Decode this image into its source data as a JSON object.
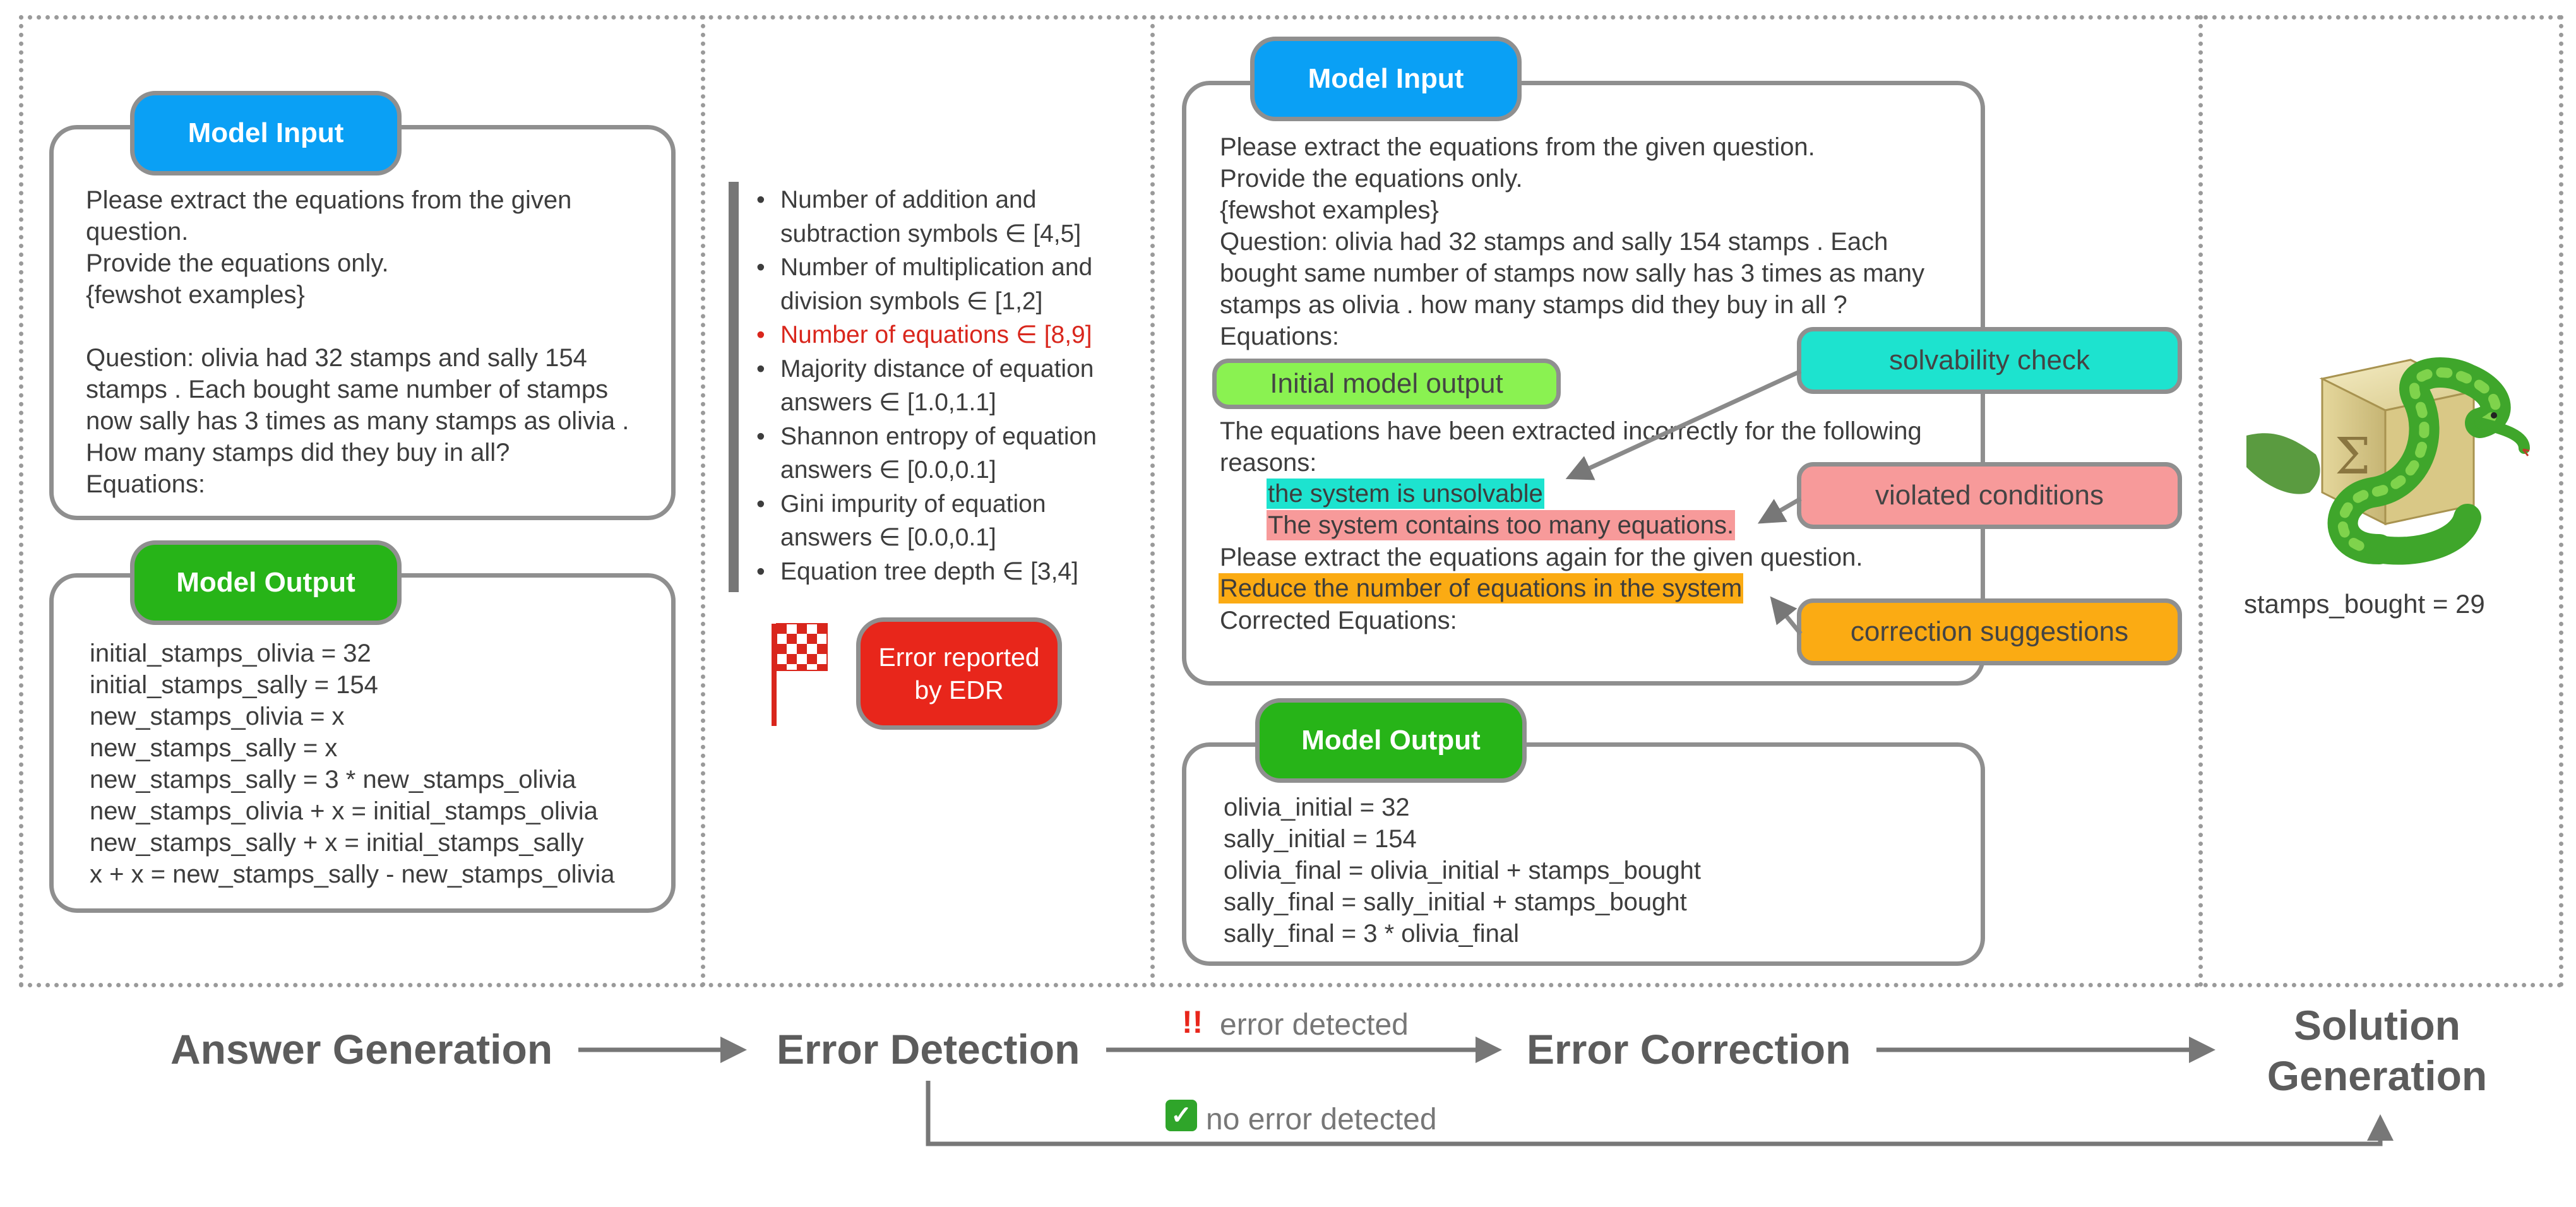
{
  "panel1": {
    "input_tab": "Model Input",
    "input_lines": [
      "Please extract the equations from the given",
      "question.",
      "Provide the equations only.",
      "{fewshot examples}",
      "",
      "Question: olivia had 32 stamps and sally 154",
      "stamps . Each bought same number of stamps",
      "now sally has 3 times as many stamps as olivia .",
      "How many stamps did they buy in all?",
      "Equations:"
    ],
    "output_tab": "Model Output",
    "output_lines": [
      "initial_stamps_olivia = 32",
      "initial_stamps_sally = 154",
      "new_stamps_olivia = x",
      "new_stamps_sally = x",
      "new_stamps_sally = 3 * new_stamps_olivia",
      "new_stamps_olivia + x = initial_stamps_olivia",
      "new_stamps_sally + x = initial_stamps_sally",
      "x + x = new_stamps_sally - new_stamps_olivia"
    ]
  },
  "panel2": {
    "metrics": [
      {
        "lines": [
          "Number of addition and",
          "subtraction symbols ∈ [4,5]"
        ],
        "highlight": false
      },
      {
        "lines": [
          "Number of multiplication and",
          "division symbols ∈ [1,2]"
        ],
        "highlight": false
      },
      {
        "lines": [
          "Number of equations ∈ [8,9]"
        ],
        "highlight": true
      },
      {
        "lines": [
          "Majority distance of equation",
          "answers ∈ [1.0,1.1]"
        ],
        "highlight": false
      },
      {
        "lines": [
          "Shannon entropy of equation",
          "answers ∈ [0.0,0.1]"
        ],
        "highlight": false
      },
      {
        "lines": [
          "Gini impurity of equation",
          "answers ∈ [0.0,0.1]"
        ],
        "highlight": false
      },
      {
        "lines": [
          "Equation tree depth ∈ [3,4]"
        ],
        "highlight": false
      }
    ],
    "error_box": [
      "Error reported",
      "by EDR"
    ],
    "flag_icon": "checkered-flag-icon",
    "colors": {
      "error_red": "#e8261b",
      "highlight_red": "#d9261c"
    }
  },
  "panel3": {
    "input_tab": "Model Input",
    "input_lines": [
      "Please extract the equations from the given question.",
      "Provide the equations only.",
      "{fewshot examples}",
      "Question: olivia had 32 stamps and sally 154 stamps . Each",
      "bought same number of stamps now sally has 3 times as many",
      "stamps as olivia . how many stamps did they buy in all ?",
      "Equations:"
    ],
    "initial_output_label": "Initial model output",
    "reason_lines": [
      "The equations have been extracted incorrectly for the following",
      "reasons:"
    ],
    "solvability_text": "the system is unsolvable",
    "violated_text": "The system contains too many equations.",
    "reextract_line": "Please extract the equations again for the given question.",
    "suggestion_text": "Reduce the number of equations in the system",
    "corrected_line": "Corrected Equations:",
    "labels": {
      "solvability": "solvability check",
      "violated": "violated conditions",
      "correction": "correction suggestions"
    },
    "output_tab": "Model Output",
    "output_lines": [
      "olivia_initial = 32",
      "sally_initial = 154",
      "olivia_final = olivia_initial + stamps_bought",
      "sally_final = sally_initial + stamps_bought",
      "sally_final = 3 * olivia_final"
    ],
    "colors": {
      "teal": "#1de3cf",
      "salmon": "#f79a9a",
      "orange": "#fbab13",
      "lime": "#8af251"
    }
  },
  "panel4": {
    "logo_icon": "sympy-snake-logo-icon",
    "result": "stamps_bought = 29"
  },
  "flow": {
    "answer_generation": "Answer Generation",
    "error_detection": "Error Detection",
    "error_correction": "Error Correction",
    "solution_generation_1": "Solution",
    "solution_generation_2": "Generation",
    "error_detected_mark": "!!",
    "error_detected": "error detected",
    "no_error_icon": "green-check-icon",
    "no_error_detected": "no error detected"
  }
}
